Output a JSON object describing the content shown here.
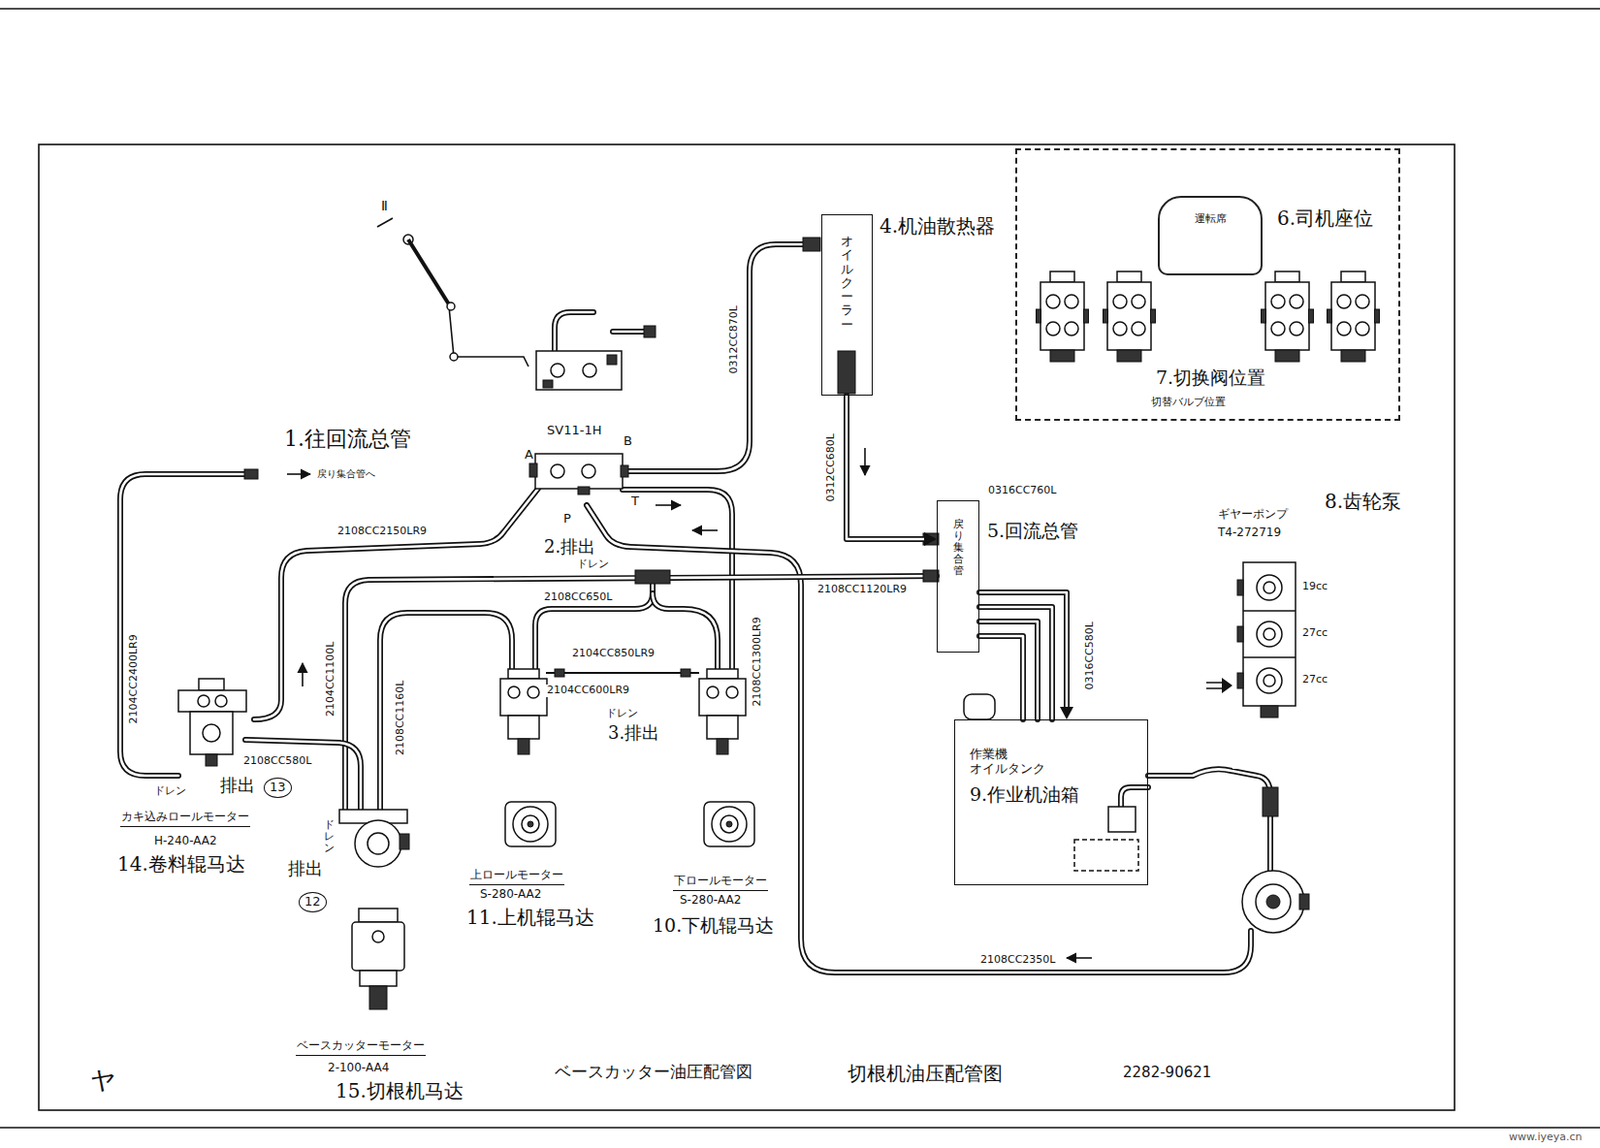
{
  "diagram": {
    "caption": "ベースカッター油圧配管図",
    "nodes": [
      {
        "text": [
          "7.切换阀位置",
          "切替バルブ位置"
        ]
      },
      {
        "text": [
          "運転席",
          "6.司机座位"
        ],
        "in": 0
      },
      {
        "text": [
          "オイルクーラー",
          "4.机油散热器"
        ]
      },
      {
        "text": [
          "戻り集合管",
          "5.回流总管"
        ]
      },
      {
        "text": [
          "作業機 オイルタンク",
          "9.作业机油箱"
        ]
      }
    ],
    "edges": [
      {
        "from": 2,
        "to": 3,
        "label": "0312CC680L",
        "arrow": "to"
      },
      {
        "from": 3,
        "to": 4,
        "label": "0316CC580L",
        "arrow": "to"
      }
    ],
    "labels": [
      "Ⅱ",
      "SV11-1H",
      "1.往回流总管",
      "戻り集合管へ",
      "A",
      "B",
      "P",
      "T",
      "0312CC870L",
      "2108CC2150LR9",
      "2.排出",
      "ドレン",
      "2108CC650L",
      "2108CC1120LR9",
      "2104CC850LR9",
      "2104CC600LR9",
      "ドレン",
      "3.排出",
      "2108CC1300LR9",
      "2104CC2400LR9",
      "2104CC1100L",
      "2108CC1160L",
      "2108CC580L",
      "ドレン",
      "排出",
      "13",
      "カキ込みロールモーター",
      "H-240-AA2",
      "14.卷料辊马达",
      "ドレン",
      "排出",
      "12",
      "上ロールモーター",
      "S-280-AA2",
      "11.上机辊马达",
      "下ロールモーター",
      "S-280-AA2",
      "10.下机辊马达",
      "ベースカッターモーター",
      "2-100-AA4",
      "15.切根机马达",
      "切根机油压配管图",
      "2282-90621",
      "ヤ",
      "ギヤーポンプ",
      "8.齿轮泵",
      "T4-272719",
      "19cc",
      "27cc",
      "27cc",
      "2108CC2350L",
      "0316CC760L",
      "www.iyeya.cn"
    ]
  }
}
